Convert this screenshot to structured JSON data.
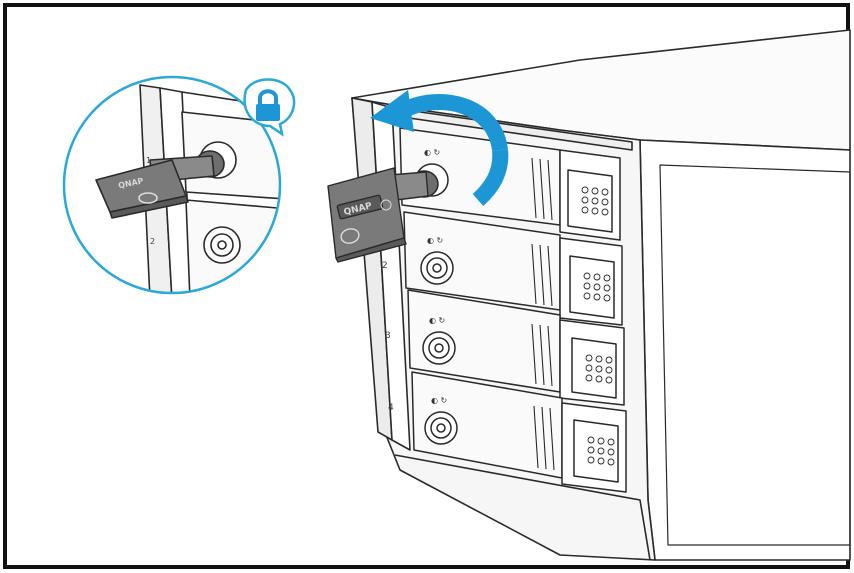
{
  "figure": {
    "colors": {
      "border": "#111111",
      "line": "#2a2a2a",
      "callout": "#2aa8d8",
      "arrow": "#1d96d6",
      "key": "#7a7a7a",
      "key_dark": "#5a5a5a",
      "panel": "#f2f2f2"
    },
    "callout": {
      "icon": "lock-icon"
    },
    "arrow": {
      "icon": "counterclockwise-arrow-icon"
    },
    "key": {
      "brand_text": "QNAP"
    },
    "bays": [
      {
        "number": "1",
        "lock_mark": "◐ ↻"
      },
      {
        "number": "2",
        "lock_mark": "◐ ↻"
      },
      {
        "number": "3",
        "lock_mark": "◐ ↻"
      },
      {
        "number": "4",
        "lock_mark": "◐ ↻"
      }
    ],
    "callout_bays": [
      {
        "number": "1"
      },
      {
        "number": "2"
      }
    ]
  }
}
